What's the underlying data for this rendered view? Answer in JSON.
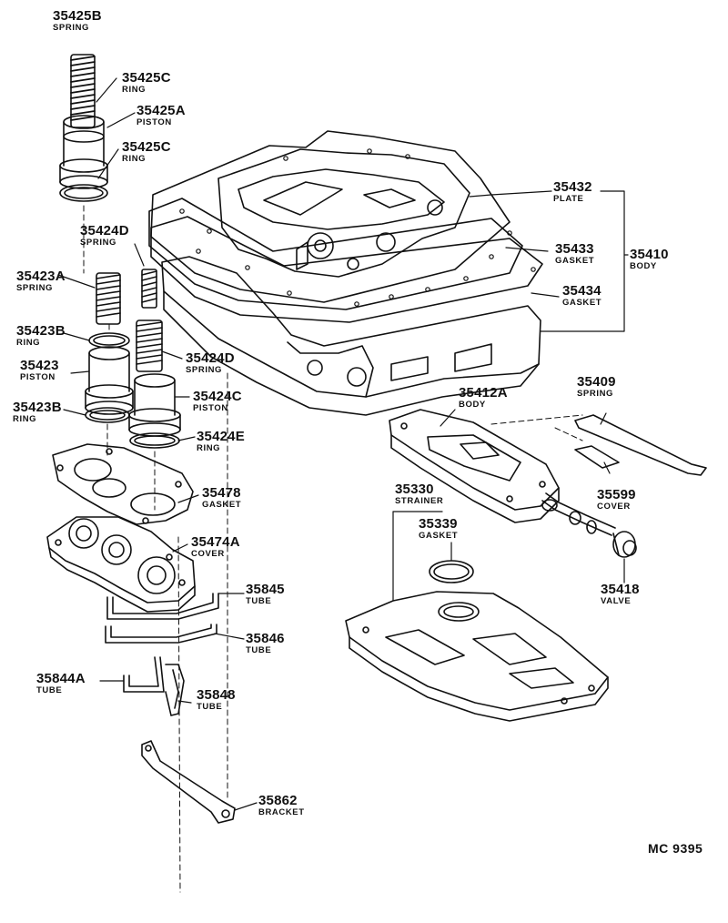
{
  "diagram_code": "MC 9395",
  "callouts": [
    {
      "id": "c1",
      "pn": "35425B",
      "name": "SPRING"
    },
    {
      "id": "c2",
      "pn": "35425C",
      "name": "RING"
    },
    {
      "id": "c3",
      "pn": "35425A",
      "name": "PISTON"
    },
    {
      "id": "c4",
      "pn": "35425C",
      "name": "RING"
    },
    {
      "id": "c5",
      "pn": "35424D",
      "name": "SPRING"
    },
    {
      "id": "c6",
      "pn": "35423A",
      "name": "SPRING"
    },
    {
      "id": "c7",
      "pn": "35423B",
      "name": "RING"
    },
    {
      "id": "c8",
      "pn": "35423",
      "name": "PISTON"
    },
    {
      "id": "c9",
      "pn": "35424D",
      "name": "SPRING"
    },
    {
      "id": "c10",
      "pn": "35424C",
      "name": "PISTON"
    },
    {
      "id": "c11",
      "pn": "35423B",
      "name": "RING"
    },
    {
      "id": "c12",
      "pn": "35424E",
      "name": "RING"
    },
    {
      "id": "c13",
      "pn": "35478",
      "name": "GASKET"
    },
    {
      "id": "c14",
      "pn": "35474A",
      "name": "COVER"
    },
    {
      "id": "c15",
      "pn": "35845",
      "name": "TUBE"
    },
    {
      "id": "c16",
      "pn": "35846",
      "name": "TUBE"
    },
    {
      "id": "c17",
      "pn": "35844A",
      "name": "TUBE"
    },
    {
      "id": "c18",
      "pn": "35848",
      "name": "TUBE"
    },
    {
      "id": "c19",
      "pn": "35862",
      "name": "BRACKET"
    },
    {
      "id": "c20",
      "pn": "35432",
      "name": "PLATE"
    },
    {
      "id": "c21",
      "pn": "35433",
      "name": "GASKET"
    },
    {
      "id": "c22",
      "pn": "35410",
      "name": "BODY"
    },
    {
      "id": "c23",
      "pn": "35434",
      "name": "GASKET"
    },
    {
      "id": "c24",
      "pn": "35412A",
      "name": "BODY"
    },
    {
      "id": "c25",
      "pn": "35409",
      "name": "SPRING"
    },
    {
      "id": "c26",
      "pn": "35599",
      "name": "COVER"
    },
    {
      "id": "c27",
      "pn": "35330",
      "name": "STRAINER"
    },
    {
      "id": "c28",
      "pn": "35339",
      "name": "GASKET"
    },
    {
      "id": "c29",
      "pn": "35418",
      "name": "VALVE"
    }
  ]
}
